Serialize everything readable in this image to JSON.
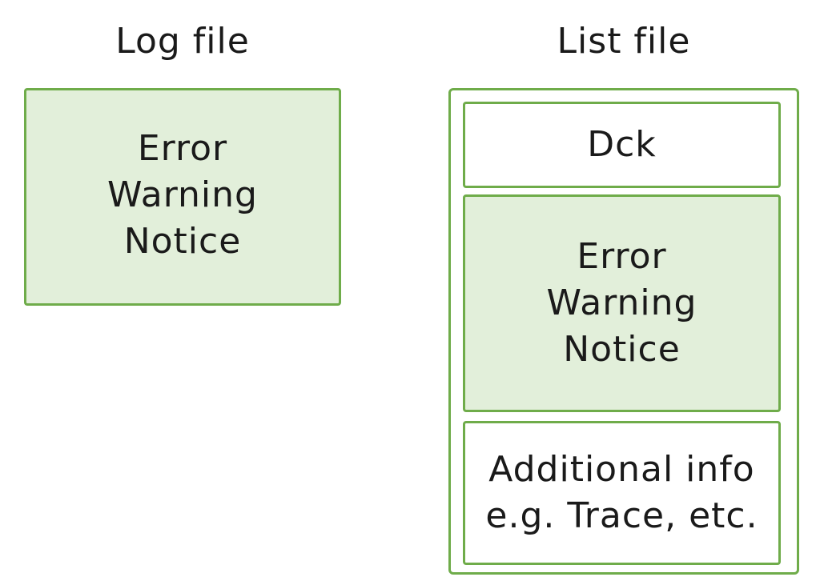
{
  "log_file": {
    "title": "Log file",
    "lines": [
      "Error",
      "Warning",
      "Notice"
    ]
  },
  "list_file": {
    "title": "List file",
    "sections": {
      "dck": "Dck",
      "messages": [
        "Error",
        "Warning",
        "Notice"
      ],
      "additional": [
        "Additional info",
        "e.g. Trace, etc."
      ]
    }
  },
  "colors": {
    "border": "#6fac4a",
    "fill_green": "#e2efda",
    "fill_white": "#ffffff",
    "text": "#1a1a1a"
  }
}
